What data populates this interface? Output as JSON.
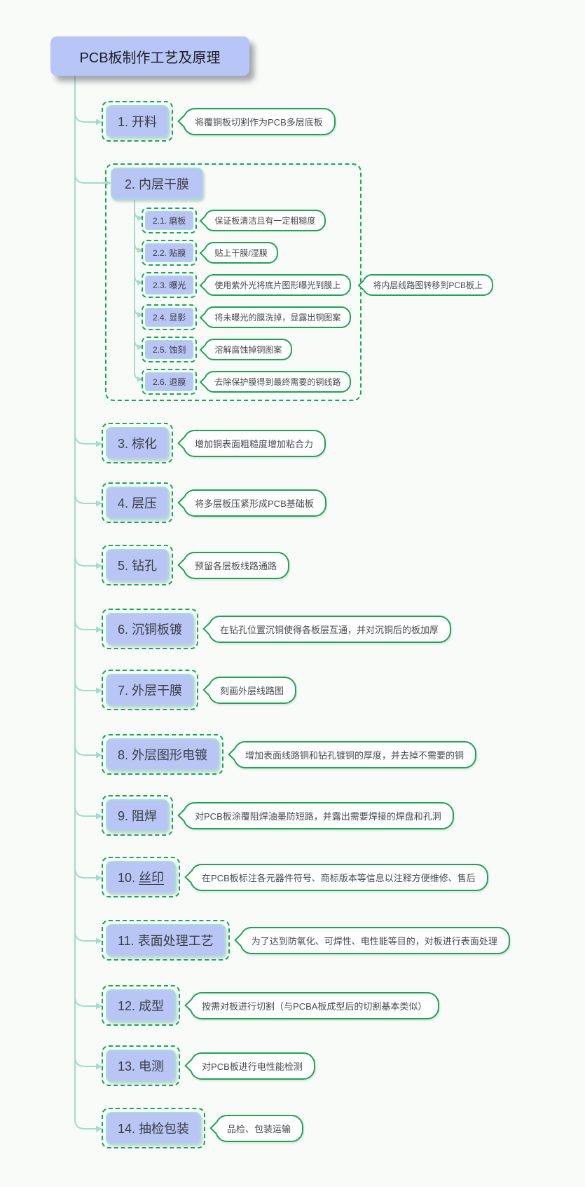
{
  "root": {
    "title": "PCB板制作工艺及原理"
  },
  "branches": [
    {
      "label": "1. 开料",
      "note": "将覆铜板切割作为PCB多层底板"
    },
    {
      "label": "2. 内层干膜",
      "children": [
        {
          "label": "2.1. 磨板",
          "note": "保证板清洁且有一定粗糙度"
        },
        {
          "label": "2.2. 贴膜",
          "note": "贴上干膜/湿膜"
        },
        {
          "label": "2.3. 曝光",
          "note": "使用紫外光将底片图形曝光到膜上",
          "extra_note": "将内层线路图转移到PCB板上"
        },
        {
          "label": "2.4. 显影",
          "note": "将未曝光的膜洗掉，显露出铜图案"
        },
        {
          "label": "2.5. 蚀刻",
          "note": "溶解腐蚀掉铜图案"
        },
        {
          "label": "2.6. 退膜",
          "note": "去除保护膜得到最终需要的铜线路"
        }
      ]
    },
    {
      "label": "3. 棕化",
      "note": "增加铜表面粗糙度增加粘合力"
    },
    {
      "label": "4. 层压",
      "note": "将多层板压紧形成PCB基础板"
    },
    {
      "label": "5. 钻孔",
      "note": "预留各层板线路通路"
    },
    {
      "label": "6. 沉铜板镀",
      "note": "在钻孔位置沉铜使得各板层互通，并对沉铜后的板加厚"
    },
    {
      "label": "7. 外层干膜",
      "note": "刻画外层线路图"
    },
    {
      "label": "8. 外层图形电镀",
      "note": "增加表面线路铜和钻孔镀铜的厚度，并去掉不需要的铜"
    },
    {
      "label": "9. 阻焊",
      "note": "对PCB板涂覆阻焊油墨防短路，并露出需要焊接的焊盘和孔洞"
    },
    {
      "label_prefix": "10. ",
      "label_main": "丝印",
      "note": "在PCB板标注各元器件符号、商标版本等信息以注释方便维修、售后"
    },
    {
      "label": "11. 表面处理工艺",
      "note": "为了达到防氧化、可焊性、电性能等目的，对板进行表面处理"
    },
    {
      "label": "12. 成型",
      "note": "按需对板进行切割（与PCBA板成型后的切割基本类似）"
    },
    {
      "label": "13. 电测",
      "note": "对PCB板进行电性能检测"
    },
    {
      "label": "14. 抽检包装",
      "note": "品检、包装运输"
    }
  ],
  "colors": {
    "node_fill": "#b9c6f5",
    "node_inner_border": "#a6ded4",
    "dashed_border": "#0bae52",
    "callout_border": "#1ca650",
    "connector": "#a3dccd"
  }
}
